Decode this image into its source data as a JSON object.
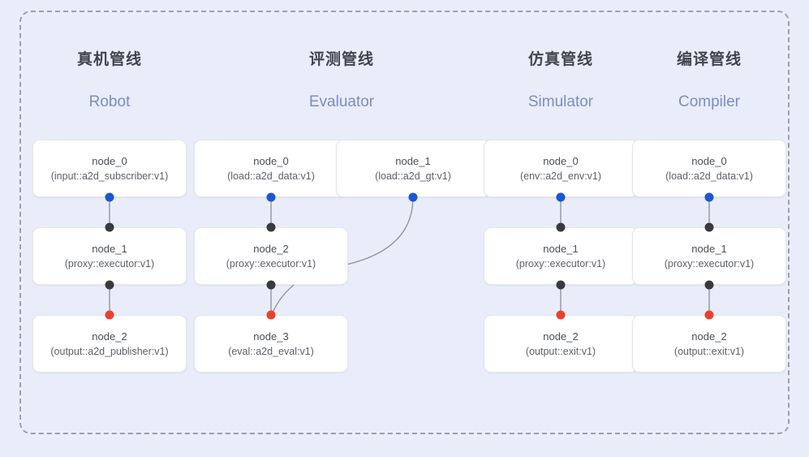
{
  "diagram": {
    "background_color": "#e9edf9",
    "frame_border_color": "#9aa0ae",
    "port_colors": {
      "output_blue": "#1a56d6",
      "proxy_dark": "#3a3a3c",
      "input_red": "#e8422d"
    },
    "edge_color": "#8f96a6"
  },
  "columns": [
    {
      "id": "robot",
      "title_cn": "真机管线",
      "title_en": "Robot",
      "nodes": [
        {
          "title": "node_0",
          "sub": "(input::a2d_subscriber:v1)"
        },
        {
          "title": "node_1",
          "sub": "(proxy::executor:v1)"
        },
        {
          "title": "node_2",
          "sub": "(output::a2d_publisher:v1)"
        }
      ]
    },
    {
      "id": "evaluator",
      "title_cn": "评测管线",
      "title_en": "Evaluator",
      "nodes": [
        {
          "title": "node_0",
          "sub": "(load::a2d_data:v1)"
        },
        {
          "title": "node_1",
          "sub": "(load::a2d_gt:v1)"
        },
        {
          "title": "node_2",
          "sub": "(proxy::executor:v1)"
        },
        {
          "title": "node_3",
          "sub": "(eval::a2d_eval:v1)"
        }
      ]
    },
    {
      "id": "simulator",
      "title_cn": "仿真管线",
      "title_en": "Simulator",
      "nodes": [
        {
          "title": "node_0",
          "sub": "(env::a2d_env:v1)"
        },
        {
          "title": "node_1",
          "sub": "(proxy::executor:v1)"
        },
        {
          "title": "node_2",
          "sub": "(output::exit:v1)"
        }
      ]
    },
    {
      "id": "compiler",
      "title_cn": "编译管线",
      "title_en": "Compiler",
      "nodes": [
        {
          "title": "node_0",
          "sub": "(load::a2d_data:v1)"
        },
        {
          "title": "node_1",
          "sub": "(proxy::executor:v1)"
        },
        {
          "title": "node_2",
          "sub": "(output::exit:v1)"
        }
      ]
    }
  ]
}
